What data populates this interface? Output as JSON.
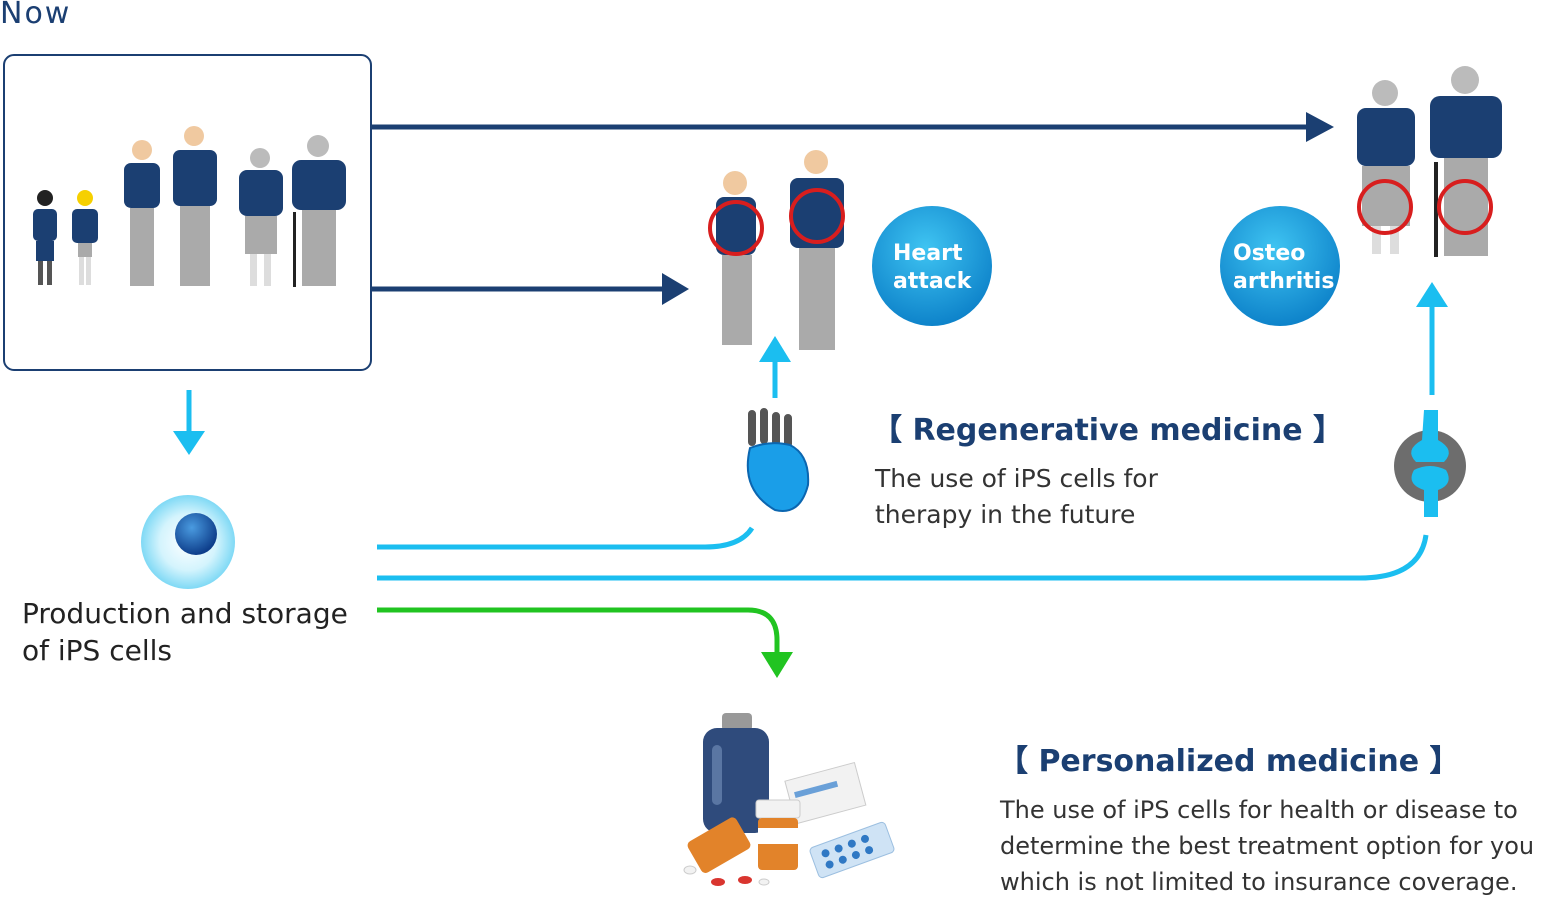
{
  "header": {
    "now_label": "Now"
  },
  "production": {
    "line1": "Production and storage",
    "line2": "of iPS cells"
  },
  "conditions": {
    "heart": {
      "line1": "Heart",
      "line2": "attack"
    },
    "osteo": {
      "line1": "Osteo",
      "line2": "arthritis"
    }
  },
  "regenerative": {
    "title": "【 Regenerative medicine 】",
    "desc_line1": "The use of iPS cells for",
    "desc_line2": "therapy in the future"
  },
  "personalized": {
    "title": "【 Personalized medicine 】",
    "desc_line1": "The use of iPS cells for health or disease to",
    "desc_line2": "determine the best treatment option for you",
    "desc_line3": "which is not limited to insurance coverage."
  },
  "colors": {
    "navy": "#1b3f72",
    "cyan": "#1bbef0",
    "green": "#21c421",
    "red": "#d81e1e",
    "gray": "#a8a8a8"
  }
}
